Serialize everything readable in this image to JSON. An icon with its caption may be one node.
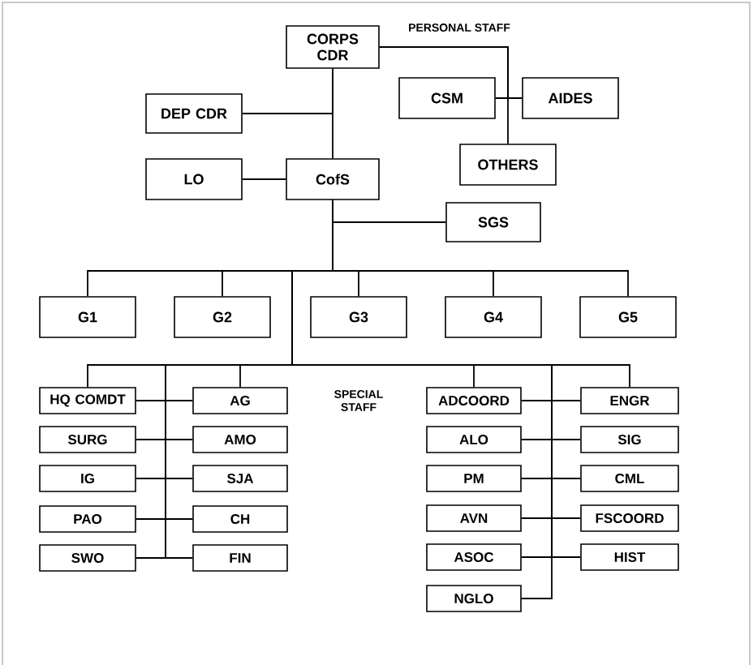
{
  "diagram": {
    "nodes": [
      {
        "text": [
          "CORPS CDR"
        ]
      },
      {
        "text": [
          "DEP CDR"
        ]
      },
      {
        "text": [
          "CSM"
        ]
      },
      {
        "text": [
          "AIDES"
        ]
      },
      {
        "text": [
          "OTHERS"
        ]
      },
      {
        "text": [
          "LO"
        ]
      },
      {
        "text": [
          "CofS"
        ]
      },
      {
        "text": [
          "SGS"
        ]
      },
      {
        "text": [
          "G1"
        ]
      },
      {
        "text": [
          "G2"
        ]
      },
      {
        "text": [
          "G3"
        ]
      },
      {
        "text": [
          "G4"
        ]
      },
      {
        "text": [
          "G5"
        ]
      },
      {
        "text": [
          "HQ COMDT"
        ]
      },
      {
        "text": [
          "AG"
        ]
      },
      {
        "text": [
          "SURG"
        ]
      },
      {
        "text": [
          "AMO"
        ]
      },
      {
        "text": [
          "IG"
        ]
      },
      {
        "text": [
          "SJA"
        ]
      },
      {
        "text": [
          "PAO"
        ]
      },
      {
        "text": [
          "CH"
        ]
      },
      {
        "text": [
          "SWO"
        ]
      },
      {
        "text": [
          "FIN"
        ]
      },
      {
        "text": [
          "ADCOORD"
        ]
      },
      {
        "text": [
          "ENGR"
        ]
      },
      {
        "text": [
          "ALO"
        ]
      },
      {
        "text": [
          "SIG"
        ]
      },
      {
        "text": [
          "PM"
        ]
      },
      {
        "text": [
          "CML"
        ]
      },
      {
        "text": [
          "AVN"
        ]
      },
      {
        "text": [
          "FSCOORD"
        ]
      },
      {
        "text": [
          "ASOC"
        ]
      },
      {
        "text": [
          "HIST"
        ]
      },
      {
        "text": [
          "NGLO"
        ]
      }
    ],
    "edges": [
      {
        "from": 0,
        "to": 6,
        "arrow": "none"
      },
      {
        "from": 0,
        "to": 1,
        "arrow": "none"
      },
      {
        "from": 0,
        "to": 2,
        "arrow": "none"
      },
      {
        "from": 0,
        "to": 3,
        "arrow": "none"
      },
      {
        "from": 0,
        "to": 4,
        "arrow": "none"
      },
      {
        "from": 6,
        "to": 5,
        "arrow": "none"
      },
      {
        "from": 6,
        "to": 7,
        "arrow": "none"
      },
      {
        "from": 6,
        "to": 8,
        "arrow": "none"
      },
      {
        "from": 6,
        "to": 9,
        "arrow": "none"
      },
      {
        "from": 6,
        "to": 10,
        "arrow": "none"
      },
      {
        "from": 6,
        "to": 11,
        "arrow": "none"
      },
      {
        "from": 6,
        "to": 12,
        "arrow": "none"
      },
      {
        "from": 6,
        "to": 13,
        "arrow": "none"
      },
      {
        "from": 6,
        "to": 14,
        "arrow": "none"
      },
      {
        "from": 6,
        "to": 15,
        "arrow": "none"
      },
      {
        "from": 6,
        "to": 16,
        "arrow": "none"
      },
      {
        "from": 6,
        "to": 17,
        "arrow": "none"
      },
      {
        "from": 6,
        "to": 18,
        "arrow": "none"
      },
      {
        "from": 6,
        "to": 19,
        "arrow": "none"
      },
      {
        "from": 6,
        "to": 20,
        "arrow": "none"
      },
      {
        "from": 6,
        "to": 21,
        "arrow": "none"
      },
      {
        "from": 6,
        "to": 22,
        "arrow": "none"
      },
      {
        "from": 6,
        "to": 23,
        "arrow": "none"
      },
      {
        "from": 6,
        "to": 24,
        "arrow": "none"
      },
      {
        "from": 6,
        "to": 25,
        "arrow": "none"
      },
      {
        "from": 6,
        "to": 26,
        "arrow": "none"
      },
      {
        "from": 6,
        "to": 27,
        "arrow": "none"
      },
      {
        "from": 6,
        "to": 28,
        "arrow": "none"
      },
      {
        "from": 6,
        "to": 29,
        "arrow": "none"
      },
      {
        "from": 6,
        "to": 30,
        "arrow": "none"
      },
      {
        "from": 6,
        "to": 31,
        "arrow": "none"
      },
      {
        "from": 6,
        "to": 32,
        "arrow": "none"
      },
      {
        "from": 6,
        "to": 33,
        "arrow": "none"
      }
    ],
    "labels": [
      "PERSONAL STAFF",
      "SPECIAL STAFF"
    ]
  }
}
